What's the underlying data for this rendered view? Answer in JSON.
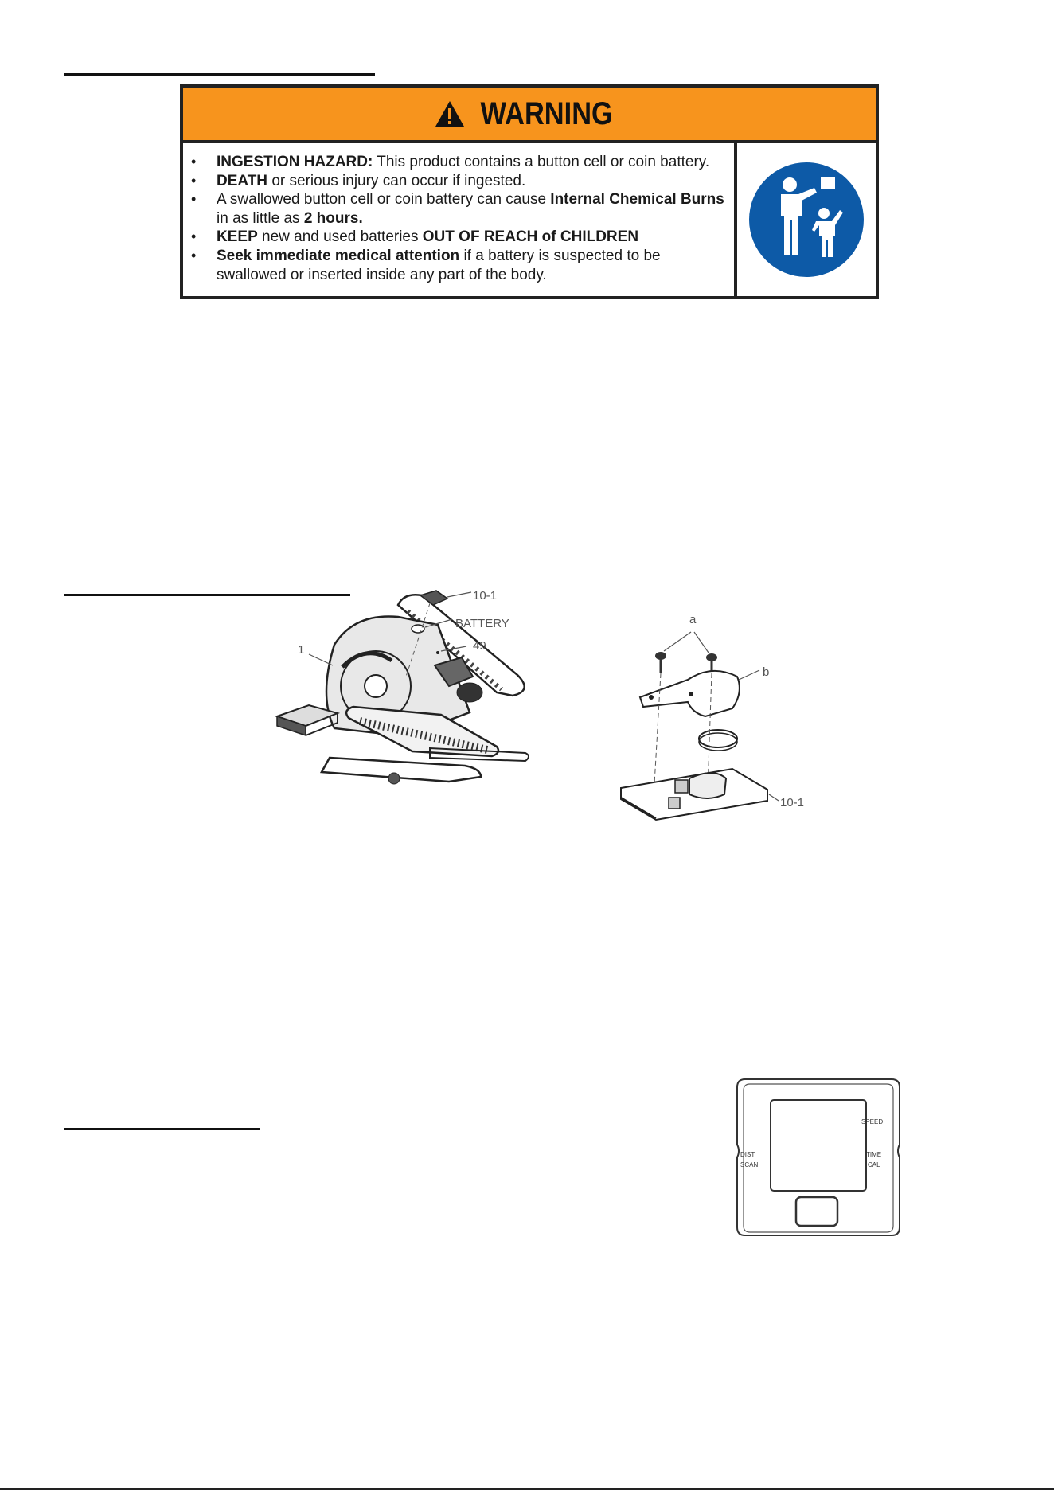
{
  "warning": {
    "title": "WARNING",
    "items": [
      {
        "bold1": "INGESTION HAZARD:",
        "text1": " This product contains a button cell or coin battery."
      },
      {
        "bold1": "DEATH",
        "text1": " or serious injury can occur if ingested."
      },
      {
        "text0": "A swallowed button cell or coin battery can cause ",
        "bold1": "Internal Chemical Burns",
        "text1": " in as little as ",
        "bold2": "2 hours."
      },
      {
        "bold1": "KEEP",
        "text1": " new and used batteries ",
        "bold2": "OUT OF REACH of CHILDREN"
      },
      {
        "bold1": "Seek immediate medical attention",
        "text1": " if a battery is suspected to be swallowed or inserted inside any part of the body."
      }
    ],
    "pictogram_icon": "keep-out-of-reach-of-children-icon"
  },
  "battery_diagram": {
    "labels": {
      "part_10_1_top": "10-1",
      "battery": "BATTERY",
      "part_49": "49",
      "part_1": "1",
      "screw_a": "a",
      "cover_b": "b",
      "part_10_1_bottom": "10-1"
    }
  },
  "console_diagram": {
    "labels": {
      "speed": "SPEED",
      "dist": "DIST",
      "scan": "SCAN",
      "time": "TIME",
      "cal": "CAL"
    }
  },
  "colors": {
    "warning_orange": "#f7941d",
    "mandatory_blue": "#0d5aa7"
  }
}
